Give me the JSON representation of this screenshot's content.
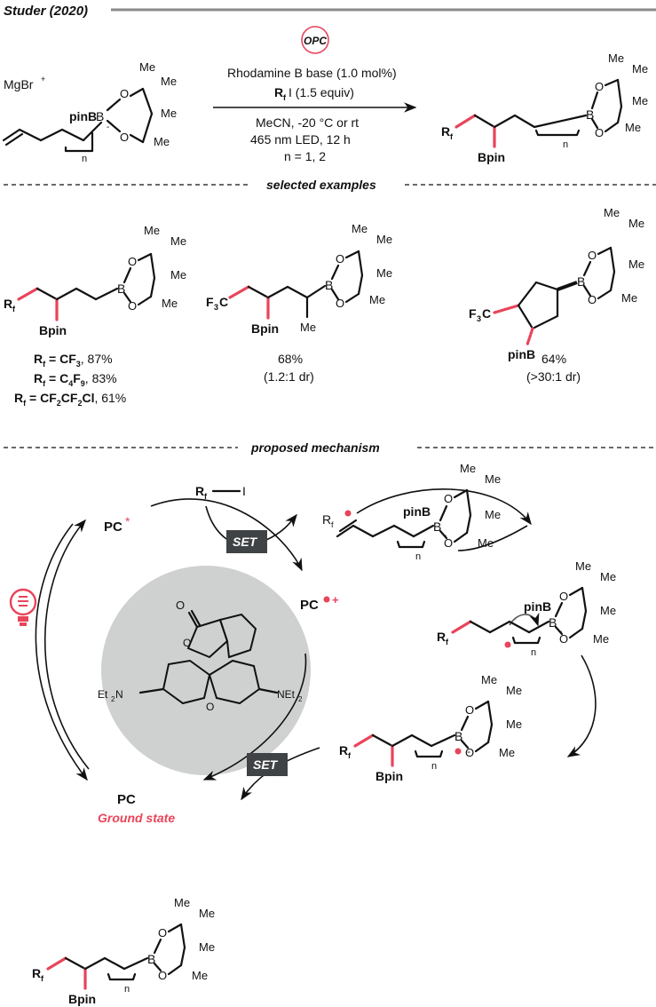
{
  "header": {
    "title": "Studer (2020)"
  },
  "reaction": {
    "opc_label": "OPC",
    "catalyst": "Rhodamine B base (1.0 mol%)",
    "reagent_sub": "f",
    "reagent_rest": "I (1.5 equiv)",
    "reagent_R": "R",
    "solvent": "MeCN, -20 °C or rt",
    "light": "465 nm LED, 12 h",
    "n_values": "n = 1, 2",
    "counterion": "MgBr",
    "counterion_sup": "+"
  },
  "sections": {
    "examples": "selected examples",
    "mechanism": "proposed mechanism"
  },
  "atoms": {
    "pinB": "pinB",
    "B": "B",
    "O": "O",
    "Me": "Me",
    "Bpin": "Bpin",
    "n": "n",
    "Rf_R": "R",
    "Rf_f": "f",
    "F3C": "F",
    "F3C_3": "3",
    "F3C_C": "C",
    "I": "I",
    "minus": "-",
    "NEt2": "NEt",
    "NEt2_2": "2",
    "Et2N_Et": "Et",
    "Et2N_2": "2",
    "Et2N_N": "N"
  },
  "examples": {
    "ex1": [
      {
        "R": "R",
        "sub": "f",
        "eq": " = CF",
        "s1": "3",
        "rest": ", 87%"
      },
      {
        "R": "R",
        "sub": "f",
        "eq": " = C",
        "s1": "4",
        "mid": "F",
        "s2": "9",
        "rest": ", 83%"
      },
      {
        "R": "R",
        "sub": "f",
        "eq": " = CF",
        "s1": "2",
        "mid": "CF",
        "s2": "2",
        "rest2": "Cl",
        "rest": ", 61%"
      }
    ],
    "ex2": {
      "yield": "68%",
      "dr": "(1.2:1 dr)"
    },
    "ex3": {
      "yield": "64%",
      "dr": "(>30:1 dr)"
    }
  },
  "mechanism": {
    "pc_excited": "PC",
    "pc_star": "*",
    "pc_radical_cation": "PC",
    "pc_rc_sup": "+",
    "pc_ground": "PC",
    "ground_state": "Ground state",
    "set1": "SET",
    "set2": "SET"
  },
  "colors": {
    "accent": "#e8445a",
    "gray_circle": "#cfd1d0",
    "dark_box": "#3f4345"
  }
}
